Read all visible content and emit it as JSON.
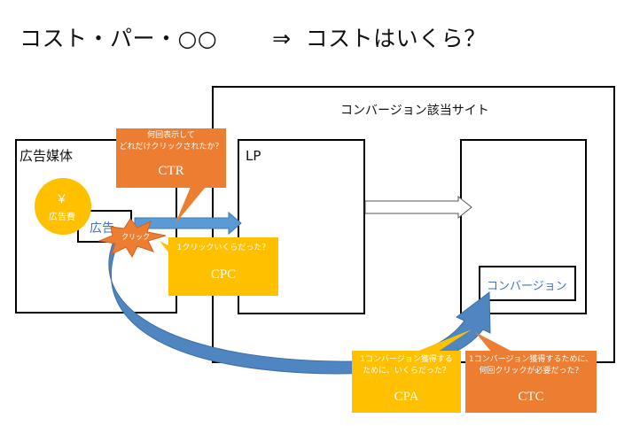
{
  "title": {
    "left": "コスト・パー・○○",
    "arrow": "⇒",
    "right": "コストはいくら？"
  },
  "site": {
    "label": "コンバージョン該当サイト"
  },
  "media": {
    "label": "広告媒体"
  },
  "lp": {
    "label": "LP"
  },
  "conversion_page": {
    "button_label": "コンバージョン"
  },
  "ad": {
    "label": "広告"
  },
  "cost_coin": {
    "symbol": "￥",
    "label": "広告費"
  },
  "click_burst": {
    "label": "クリック"
  },
  "metrics": {
    "ctr": {
      "question_1": "何回表示して",
      "question_2": "どれだけクリックされたか？",
      "name": "CTR"
    },
    "cpc": {
      "question_1": "1クリックいくらだった？",
      "name": "CPC"
    },
    "cpa": {
      "question_1": "1コンバージョン獲得する",
      "question_2": "ために、いくらだった？",
      "name": "CPA"
    },
    "ctc": {
      "question_1": "1コンバージョン獲得するために、",
      "question_2": "何回クリックが必要だった？",
      "name": "CTC"
    }
  },
  "colors": {
    "orange": "#ED7D31",
    "gold": "#FFC000",
    "blue": "#5B9BD5",
    "dark_blue": "#2E5C8A",
    "label_blue": "#4472C4"
  }
}
